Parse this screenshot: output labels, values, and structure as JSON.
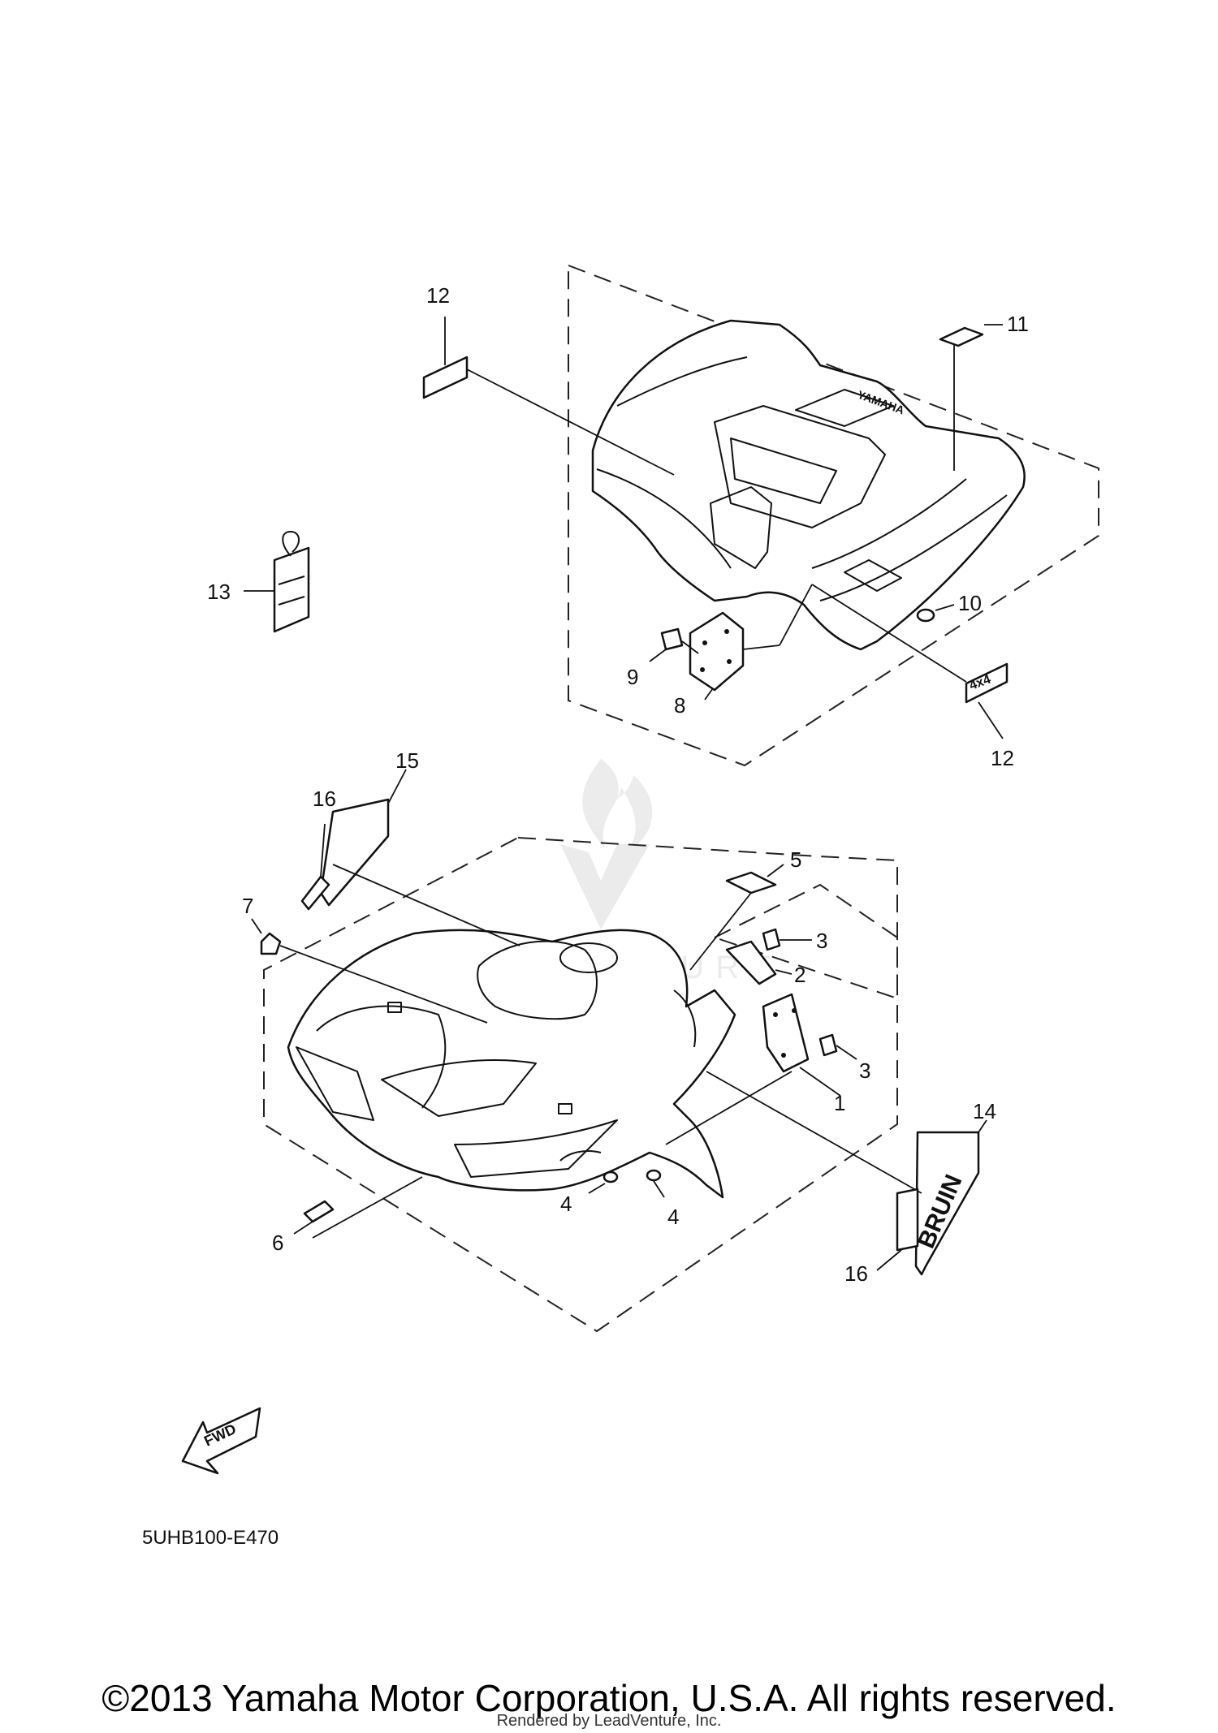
{
  "diagram": {
    "code": "5UHB100-E470",
    "fwd_label": "FWD",
    "copyright": "©2013 Yamaha Motor Corporation, U.S.A. All rights reserved.",
    "rendered_by": "Rendered by LeadVenture, Inc.",
    "watermark": "LEADVENTURE",
    "decals": {
      "rear_fender_brand": "YAMAHA",
      "rear_4x4": "4x4",
      "front_model": "BRUIN"
    }
  },
  "callouts": [
    {
      "id": "c12a",
      "label": "12"
    },
    {
      "id": "c11",
      "label": "11"
    },
    {
      "id": "c13",
      "label": "13"
    },
    {
      "id": "c10",
      "label": "10"
    },
    {
      "id": "c9",
      "label": "9"
    },
    {
      "id": "c8",
      "label": "8"
    },
    {
      "id": "c12b",
      "label": "12"
    },
    {
      "id": "c15",
      "label": "15"
    },
    {
      "id": "c16a",
      "label": "16"
    },
    {
      "id": "c5",
      "label": "5"
    },
    {
      "id": "c7",
      "label": "7"
    },
    {
      "id": "c3a",
      "label": "3"
    },
    {
      "id": "c2",
      "label": "2"
    },
    {
      "id": "c3b",
      "label": "3"
    },
    {
      "id": "c1",
      "label": "1"
    },
    {
      "id": "c14",
      "label": "14"
    },
    {
      "id": "c4a",
      "label": "4"
    },
    {
      "id": "c4b",
      "label": "4"
    },
    {
      "id": "c6",
      "label": "6"
    },
    {
      "id": "c16b",
      "label": "16"
    }
  ]
}
